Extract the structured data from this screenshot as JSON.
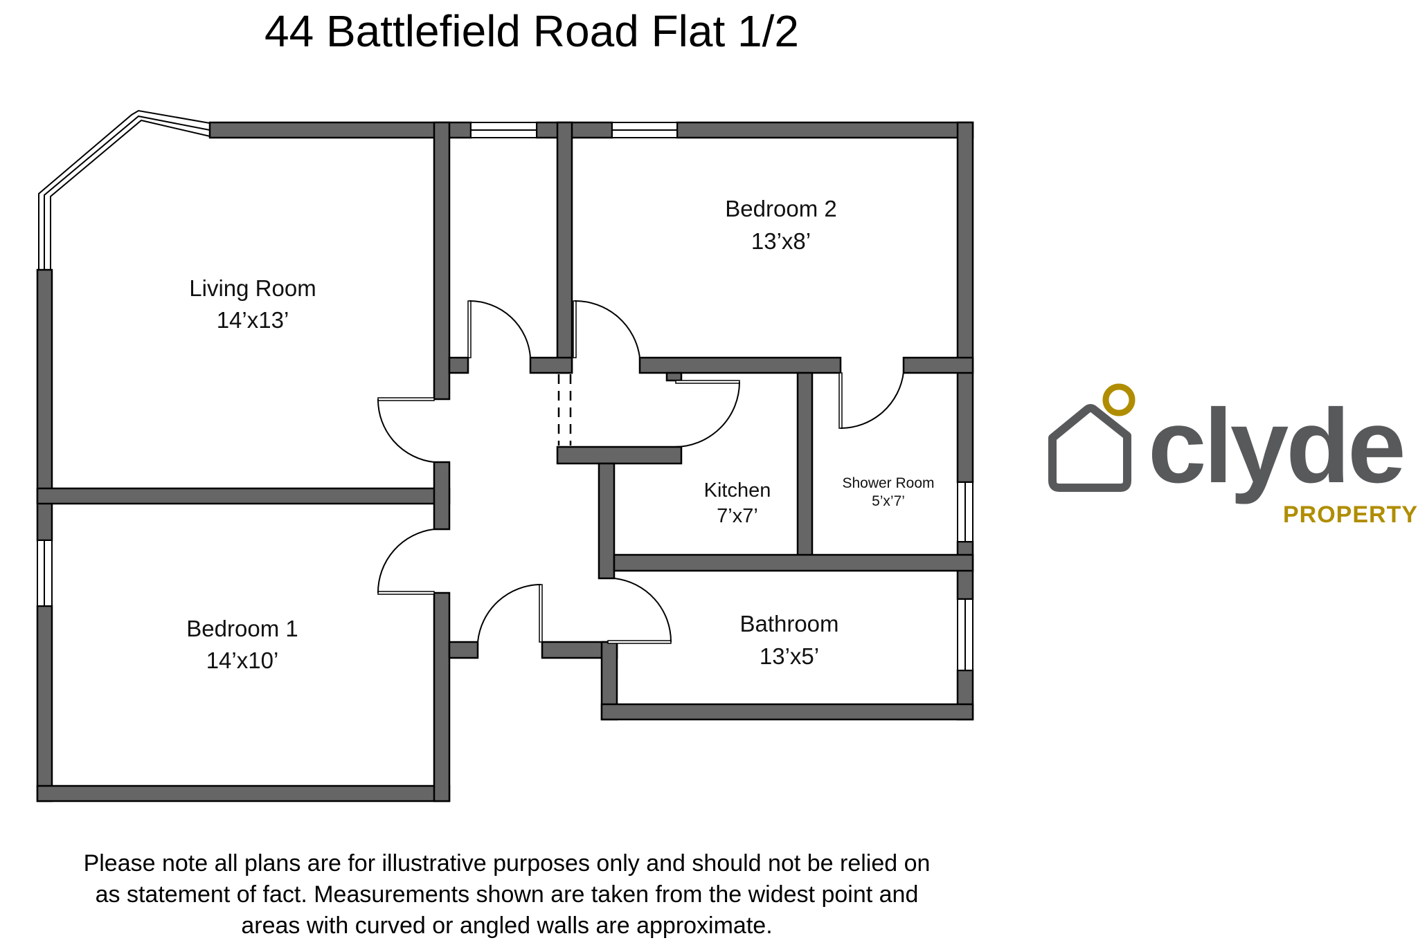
{
  "title": "44 Battlefield Road Flat 1/2",
  "rooms": {
    "living_room": {
      "name": "Living Room",
      "dims": "14’x13’"
    },
    "bedroom_2": {
      "name": "Bedroom 2",
      "dims": "13’x8’"
    },
    "kitchen": {
      "name": "Kitchen",
      "dims": "7’x7’"
    },
    "shower_room": {
      "name": "Shower Room",
      "dims": "5’x’7’"
    },
    "bedroom_1": {
      "name": "Bedroom 1",
      "dims": "14’x10’"
    },
    "bathroom": {
      "name": "Bathroom",
      "dims": "13’x5’"
    }
  },
  "disclaimer": {
    "line1": "Please note all plans are for illustrative purposes only and should not be relied on",
    "line2": "as statement of fact. Measurements shown are taken from the widest point and",
    "line3": "areas with curved or angled walls are approximate."
  },
  "logo": {
    "wordmark": "clyde",
    "subtitle": "PROPERTY",
    "icon": "house-icon",
    "colors": {
      "gray": "#58595b",
      "gold": "#b08d00"
    }
  },
  "colors": {
    "wall": "#666666",
    "outline": "#000000",
    "background": "#ffffff"
  }
}
